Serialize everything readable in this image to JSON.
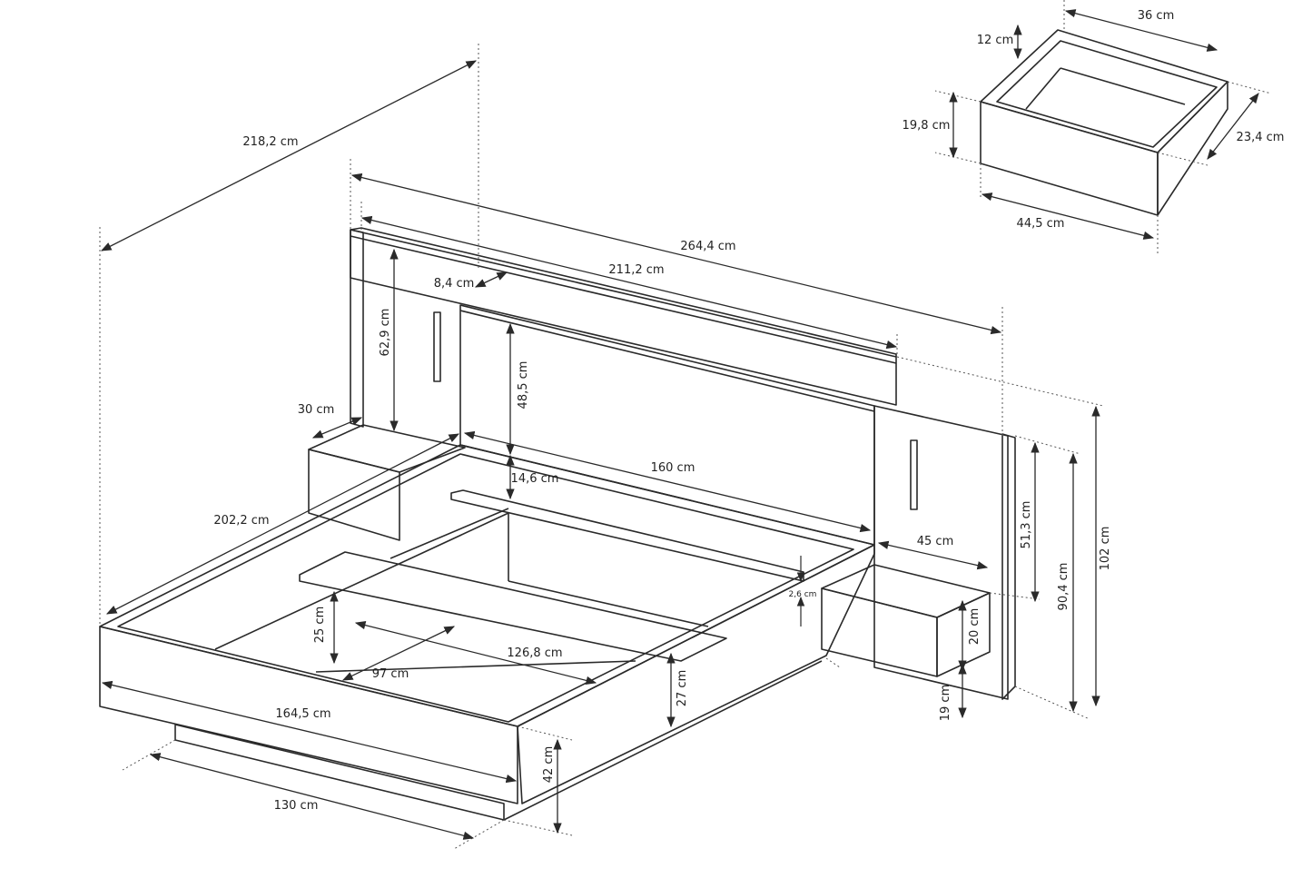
{
  "colors": {
    "line": "#2a2a2a",
    "dash": "#555555",
    "background": "#ffffff"
  },
  "dimensions": {
    "total_length": "218,2 cm",
    "total_width": "264,4 cm",
    "headboard_width": "211,2 cm",
    "panel_inset": "8,4 cm",
    "side_panel_height": "62,9 cm",
    "center_panel_height": "48,5 cm",
    "shelf_gap": "14,6 cm",
    "mattress_width": "160 cm",
    "nightstand_depth": "30 cm",
    "frame_length": "202,2 cm",
    "nightstand_width": "45 cm",
    "panel_offset_height": "51,3 cm",
    "headboard_height": "90,4 cm",
    "total_height": "102 cm",
    "shelf_thickness": "2,6 cm",
    "nightstand_height": "20 cm",
    "nightstand_floor_height": "19 cm",
    "slat_height": "25 cm",
    "inner_length": "126,8 cm",
    "inner_depth": "97 cm",
    "side_rail_height": "27 cm",
    "frame_width": "164,5 cm",
    "bed_height": "42 cm",
    "base_width": "130 cm"
  },
  "drawer": {
    "width": "36 cm",
    "front_height": "12 cm",
    "height": "19,8 cm",
    "depth": "23,4 cm",
    "length": "44,5 cm"
  }
}
